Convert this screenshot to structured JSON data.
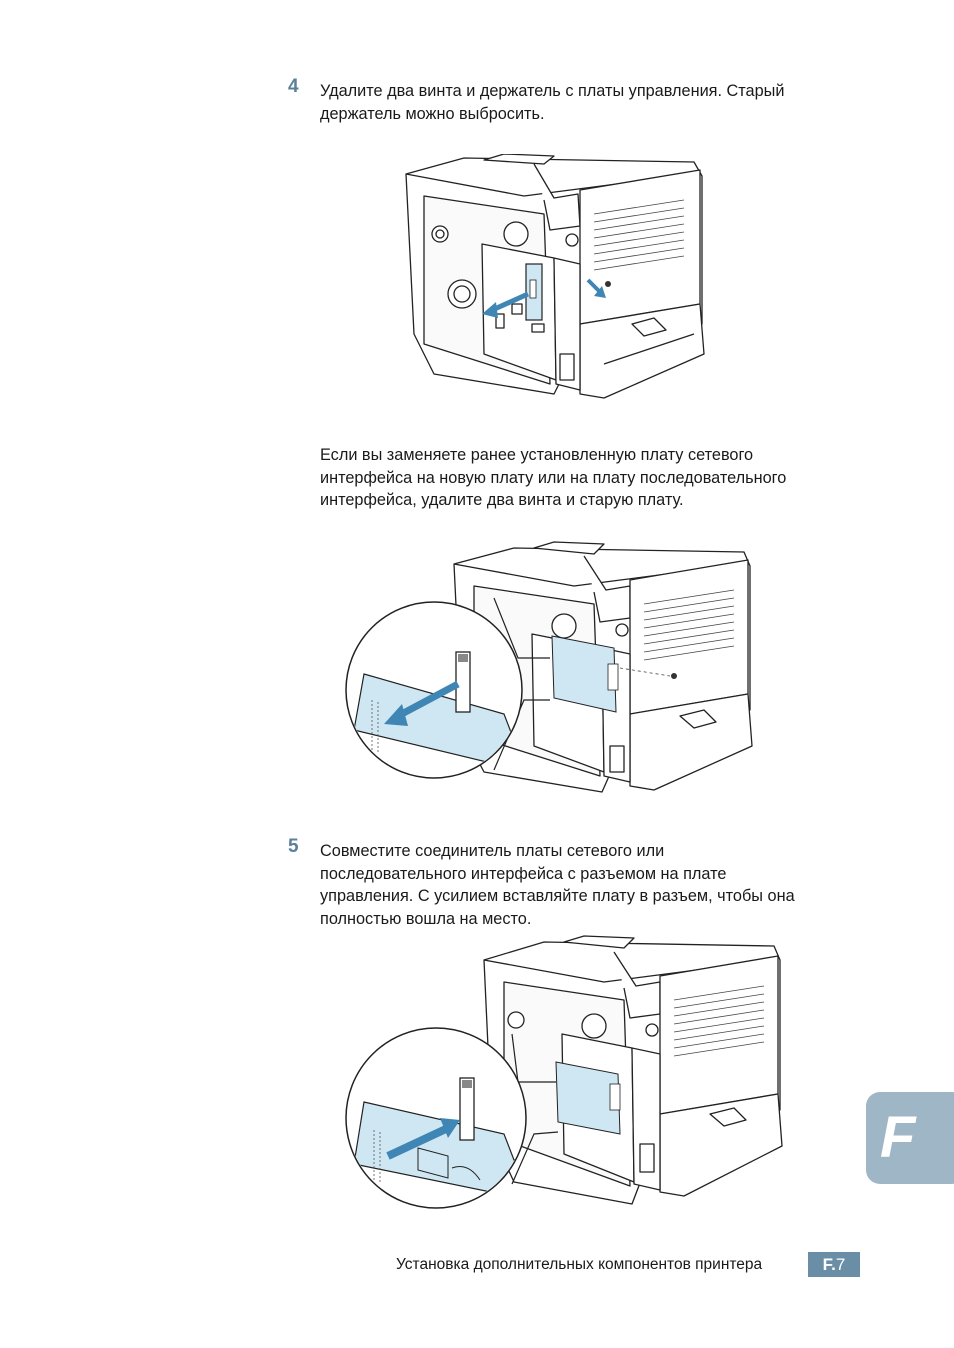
{
  "steps": {
    "step4": {
      "number": "4",
      "lines": [
        "Удалите два винта и держатель с платы управления. Старый",
        "держатель можно выбросить."
      ]
    },
    "note": {
      "lines": [
        "Если вы заменяете ранее установленную плату сетевого",
        "интерфейса на новую плату или на плату последовательного",
        "интерфейса, удалите два винта и старую плату."
      ]
    },
    "step5": {
      "number": "5",
      "lines": [
        "Совместите соединитель платы сетевого или",
        "последовательного интерфейса с разъемом на плате",
        "управления. С усилием вставляйте плату в разъем, чтобы она",
        "полностью вошла на место."
      ]
    }
  },
  "footer": {
    "text": "Установка дополнительных компонентов принтера",
    "page_prefix": "F.",
    "page_number": "7"
  },
  "side_tab": {
    "letter": "F"
  },
  "colors": {
    "accent": "#5b8199",
    "badge": "#6a8ea6",
    "tab": "#9fb6c6",
    "highlight": "#cfe7f3",
    "arrow": "#3f86b4"
  }
}
